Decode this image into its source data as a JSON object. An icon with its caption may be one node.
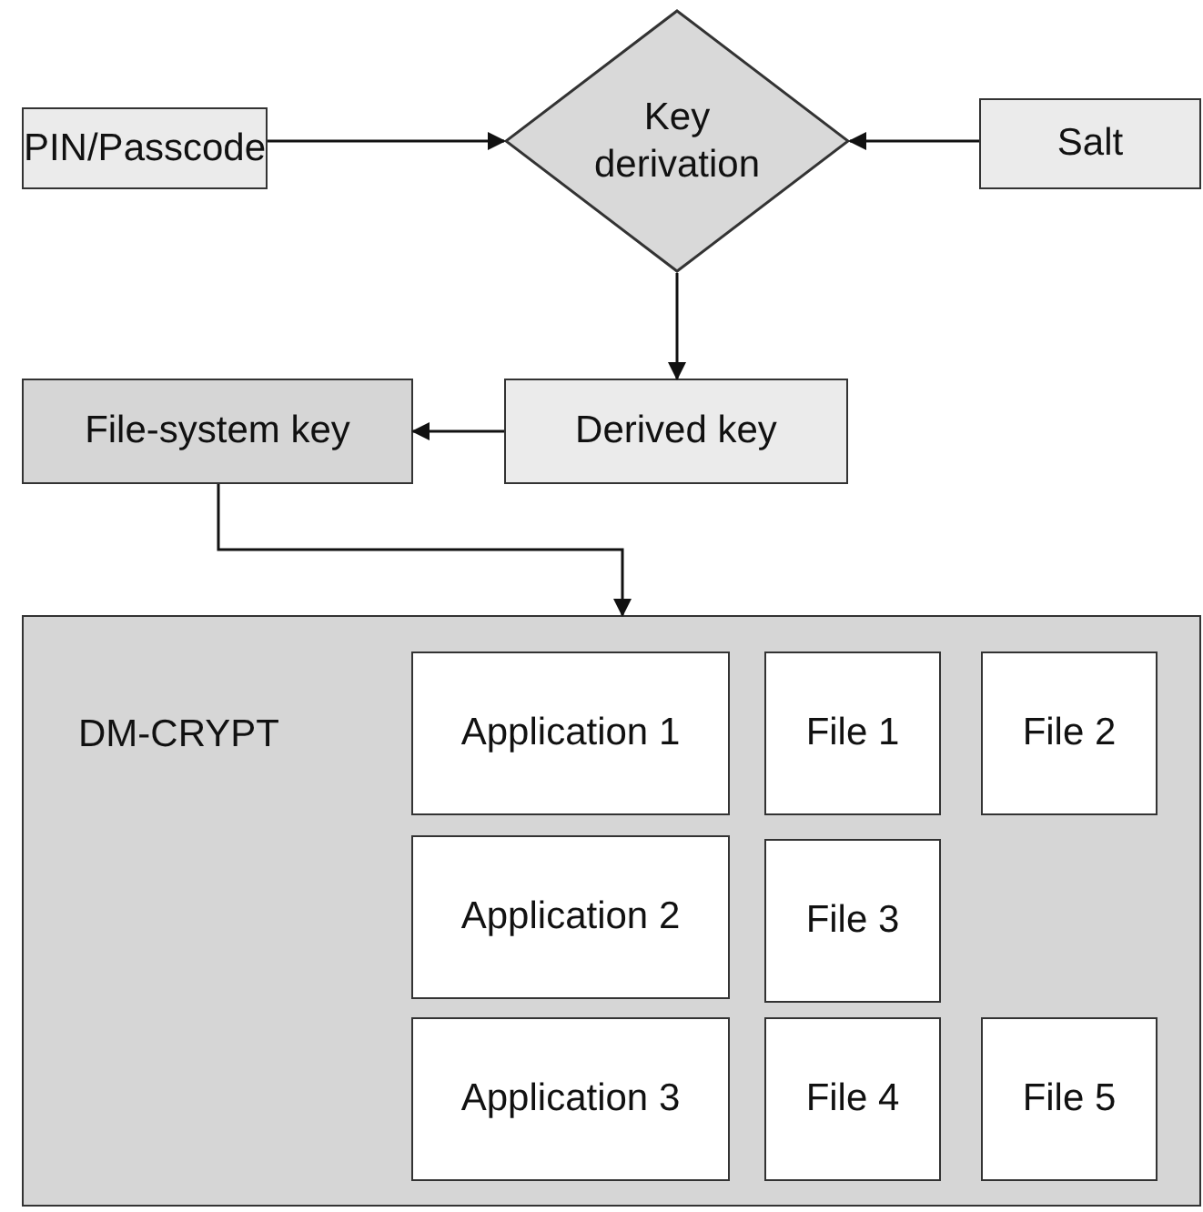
{
  "diagram": {
    "nodes": [
      {
        "text": [
          "PIN/Passcode"
        ]
      },
      {
        "text": [
          "Key derivation"
        ]
      },
      {
        "text": [
          "Salt"
        ]
      },
      {
        "text": [
          "File-system key"
        ]
      },
      {
        "text": [
          "Derived key"
        ]
      },
      {
        "text": [
          "DM-CRYPT"
        ]
      },
      {
        "text": [
          "Application 1"
        ],
        "in": 5
      },
      {
        "text": [
          "File 1"
        ],
        "in": 5
      },
      {
        "text": [
          "File 2"
        ],
        "in": 5
      },
      {
        "text": [
          "Application 2"
        ],
        "in": 5
      },
      {
        "text": [
          "File 3"
        ],
        "in": 5
      },
      {
        "text": [
          "Application 3"
        ],
        "in": 5
      },
      {
        "text": [
          "File 4"
        ],
        "in": 5
      },
      {
        "text": [
          "File 5"
        ],
        "in": 5
      }
    ],
    "edges": [
      {
        "from": 0,
        "to": 1,
        "arrow": "to"
      },
      {
        "from": 2,
        "to": 1,
        "arrow": "to"
      },
      {
        "from": 1,
        "to": 4,
        "arrow": "to"
      },
      {
        "from": 4,
        "to": 3,
        "arrow": "to"
      },
      {
        "from": 3,
        "to": 5,
        "arrow": "to"
      }
    ]
  }
}
